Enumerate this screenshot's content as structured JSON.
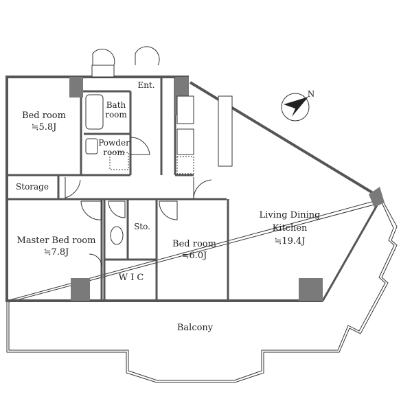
{
  "rooms": {
    "bedroom1": {
      "name": "Bed room",
      "size": "≒5.8J"
    },
    "bath": {
      "name": "Bath",
      "name2": "room"
    },
    "powder": {
      "name": "Powder",
      "name2": "room"
    },
    "entrance": {
      "name": "Ent."
    },
    "storage": {
      "name": "Storage"
    },
    "master": {
      "name": "Master Bed room",
      "size": "≒7.8J"
    },
    "sto": {
      "name": "Sto."
    },
    "wic": {
      "name": "W I C"
    },
    "bedroom2": {
      "name": "Bed room",
      "size": "≒6.0J"
    },
    "ldk": {
      "name": "Living Dining",
      "name2": "Kitchen",
      "size": "≒19.4J"
    },
    "balcony": {
      "name": "Balcony"
    }
  },
  "compass": {
    "direction": "N"
  },
  "colors": {
    "wall": "#555555",
    "pillar": "#7a7a7a",
    "line": "#333333"
  }
}
